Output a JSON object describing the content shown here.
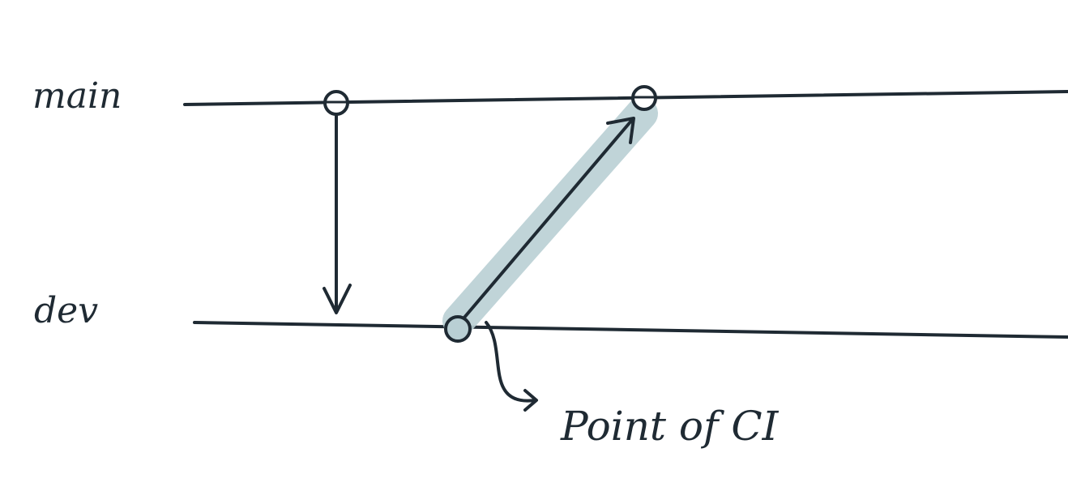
{
  "diagram": {
    "branches": [
      {
        "id": "main",
        "label": "main"
      },
      {
        "id": "dev",
        "label": "dev"
      }
    ],
    "annotation": {
      "text": "Point of CI"
    },
    "colors": {
      "ink": "#1f2a33",
      "highlight": "#b9cfd4",
      "background": "#ffffff"
    }
  }
}
